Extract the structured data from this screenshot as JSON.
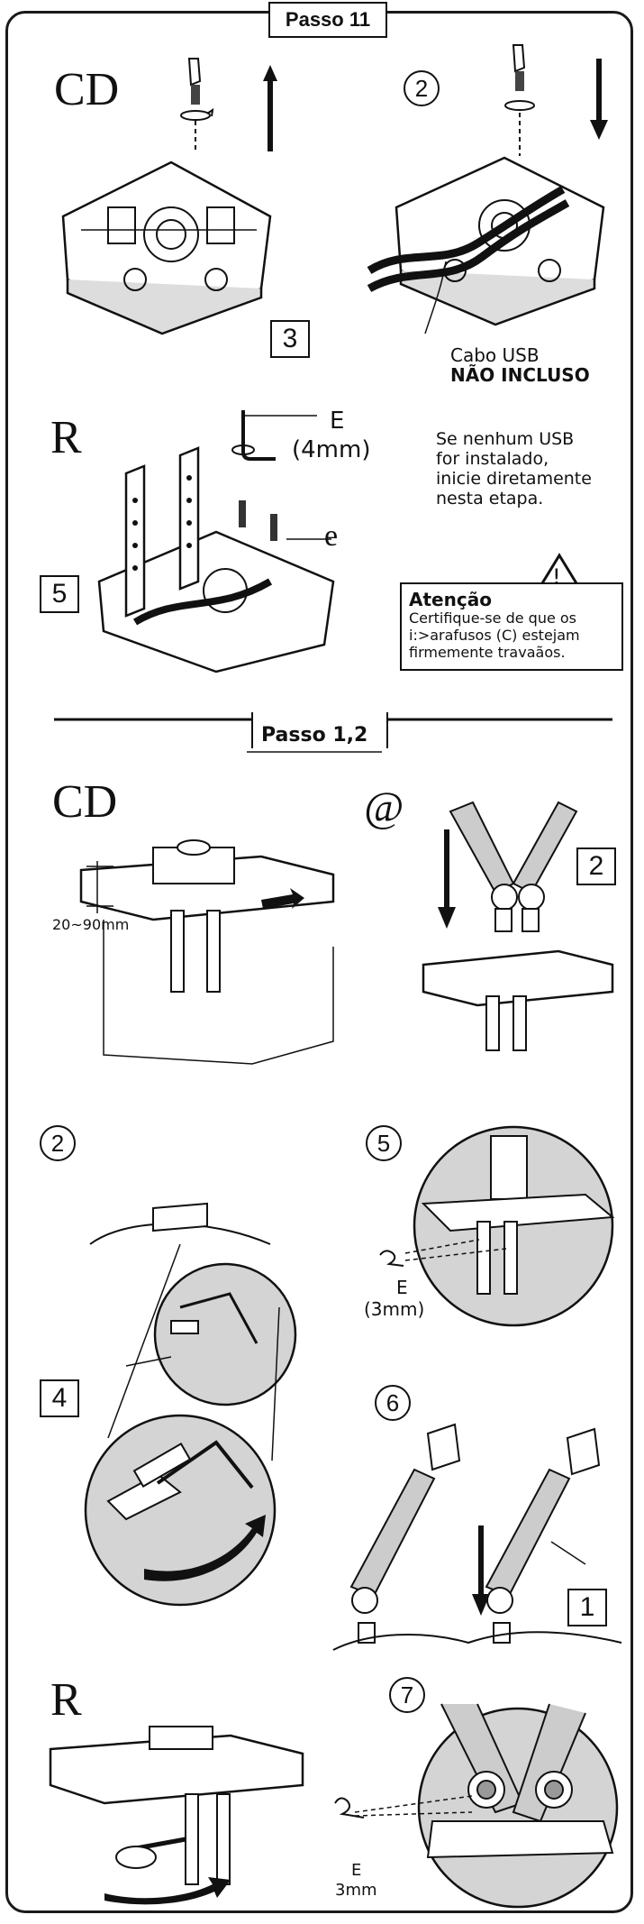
{
  "step11": {
    "title": "Passo 11",
    "panel_a_label": "CD",
    "panel_b_label": "2",
    "panel_c_label": "R",
    "part_3": "3",
    "part_5": "5",
    "usb_cable_label": "Cabo USB",
    "usb_not_included": "NÃO INCLUSO",
    "tool_e_label": "E",
    "tool_e_size": "(4mm)",
    "part_e_label": "e",
    "note": [
      "Se nenhum USB",
      "for instalado,",
      "inicie diretamente",
      "nesta etapa."
    ],
    "warning_title": "Atenção",
    "warning_icon": "!",
    "warning_lines": [
      "Certifique-se de que os",
      "i:>arafusos (C) estejam",
      "firmemente travaãos."
    ]
  },
  "step12": {
    "title": "Passo 1,2",
    "panel_1_label": "CD",
    "panel_at_label": "@",
    "panel_2_label": "2",
    "panel_5_label": "5",
    "panel_6_label": "6",
    "panel_r_label": "R",
    "panel_7_label": "7",
    "clamp_range": "20~90mm",
    "part_2": "2",
    "part_4": "4",
    "part_1": "1",
    "tool_e_label": "E",
    "tool_e_size": "(3mm)",
    "tool_e2_label": "E",
    "tool_e2_size": "3mm"
  },
  "colors": {
    "line": "#111111",
    "shade": "#cfcfcf",
    "panel": "#efefef"
  }
}
